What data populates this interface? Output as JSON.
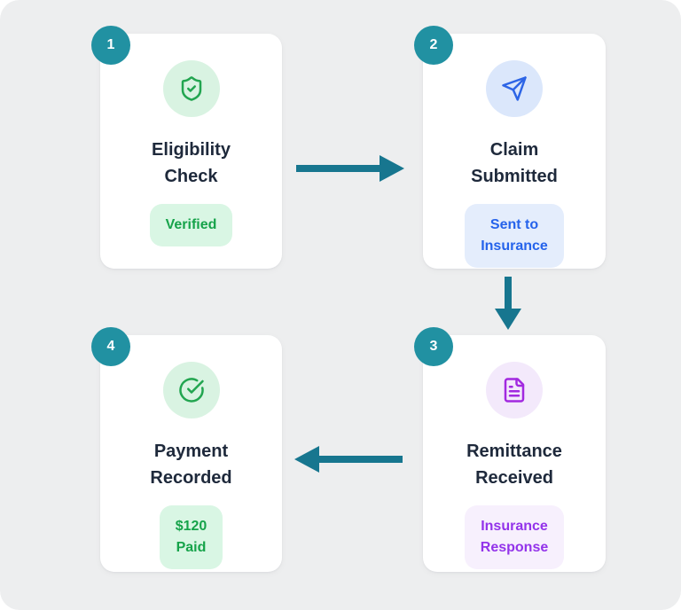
{
  "diagram": {
    "title_hint": "claim-processing-workflow",
    "steps": [
      {
        "number": "1",
        "title": "Eligibility\nCheck",
        "badge": "Verified",
        "icon": "shield-check-icon",
        "theme": "green"
      },
      {
        "number": "2",
        "title": "Claim\nSubmitted",
        "badge": "Sent to\nInsurance",
        "icon": "send-icon",
        "theme": "blue"
      },
      {
        "number": "3",
        "title": "Remittance\nReceived",
        "badge": "Insurance\nResponse",
        "icon": "file-text-icon",
        "theme": "purple"
      },
      {
        "number": "4",
        "title": "Payment\nRecorded",
        "badge": "$120\nPaid",
        "icon": "check-circle-icon",
        "theme": "green"
      }
    ],
    "flow": [
      "1->2",
      "2->3",
      "3->4"
    ],
    "colors": {
      "canvas_bg": "#edeeef",
      "card_bg": "#ffffff",
      "step_badge_bg": "#2191a2",
      "step_badge_text": "#ffffff",
      "arrow": "#17768f",
      "title_text": "#1e293b",
      "green_icon": "#22a550",
      "green_icon_bg": "#d9f3e2",
      "green_badge_bg": "#d9f6e4",
      "green_badge_text": "#16a34a",
      "blue_icon": "#2d65e6",
      "blue_icon_bg": "#dbe7fb",
      "blue_badge_bg": "#e4edfc",
      "blue_badge_text": "#2563eb",
      "purple_icon": "#a229e0",
      "purple_icon_bg": "#f3e9fb",
      "purple_badge_bg": "#f7f0fd",
      "purple_badge_text": "#9333ea"
    }
  }
}
